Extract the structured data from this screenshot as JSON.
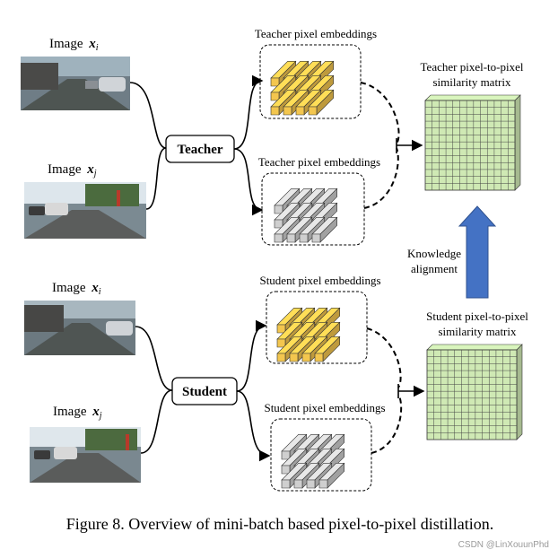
{
  "figure": {
    "teacher_block": {
      "image_i_label": "Image",
      "image_i_var": "x",
      "image_i_sub": "i",
      "image_j_label": "Image",
      "image_j_var": "x",
      "image_j_sub": "j",
      "model_label": "Teacher",
      "emb_top_label": "Teacher pixel embeddings",
      "emb_bottom_label": "Teacher pixel embeddings",
      "matrix_label_line1": "Teacher pixel-to-pixel",
      "matrix_label_line2": "similarity matrix"
    },
    "student_block": {
      "image_i_label": "Image",
      "image_i_var": "x",
      "image_i_sub": "i",
      "image_j_label": "Image",
      "image_j_var": "x",
      "image_j_sub": "j",
      "model_label": "Student",
      "emb_top_label": "Student pixel embeddings",
      "emb_bottom_label": "Student pixel embeddings",
      "matrix_label_line1": "Student pixel-to-pixel",
      "matrix_label_line2": "similarity matrix"
    },
    "alignment_label_line1": "Knowledge",
    "alignment_label_line2": "alignment",
    "caption": "Figure 8. Overview of mini-batch based pixel-to-pixel distillation.",
    "watermark": "CSDN @LinXouunPhd"
  },
  "colors": {
    "embedding_yellow": "#f3c64e",
    "embedding_gray": "#cfcfcf",
    "matrix_green": "#cfe9b4",
    "arrow_blue": "#4472c4"
  },
  "icons": {
    "street_photo": "street-scene-photo-icon",
    "cube_stack": "cuboid-tensor-icon",
    "grid": "similarity-grid-icon",
    "up_arrow": "up-arrow-icon"
  }
}
